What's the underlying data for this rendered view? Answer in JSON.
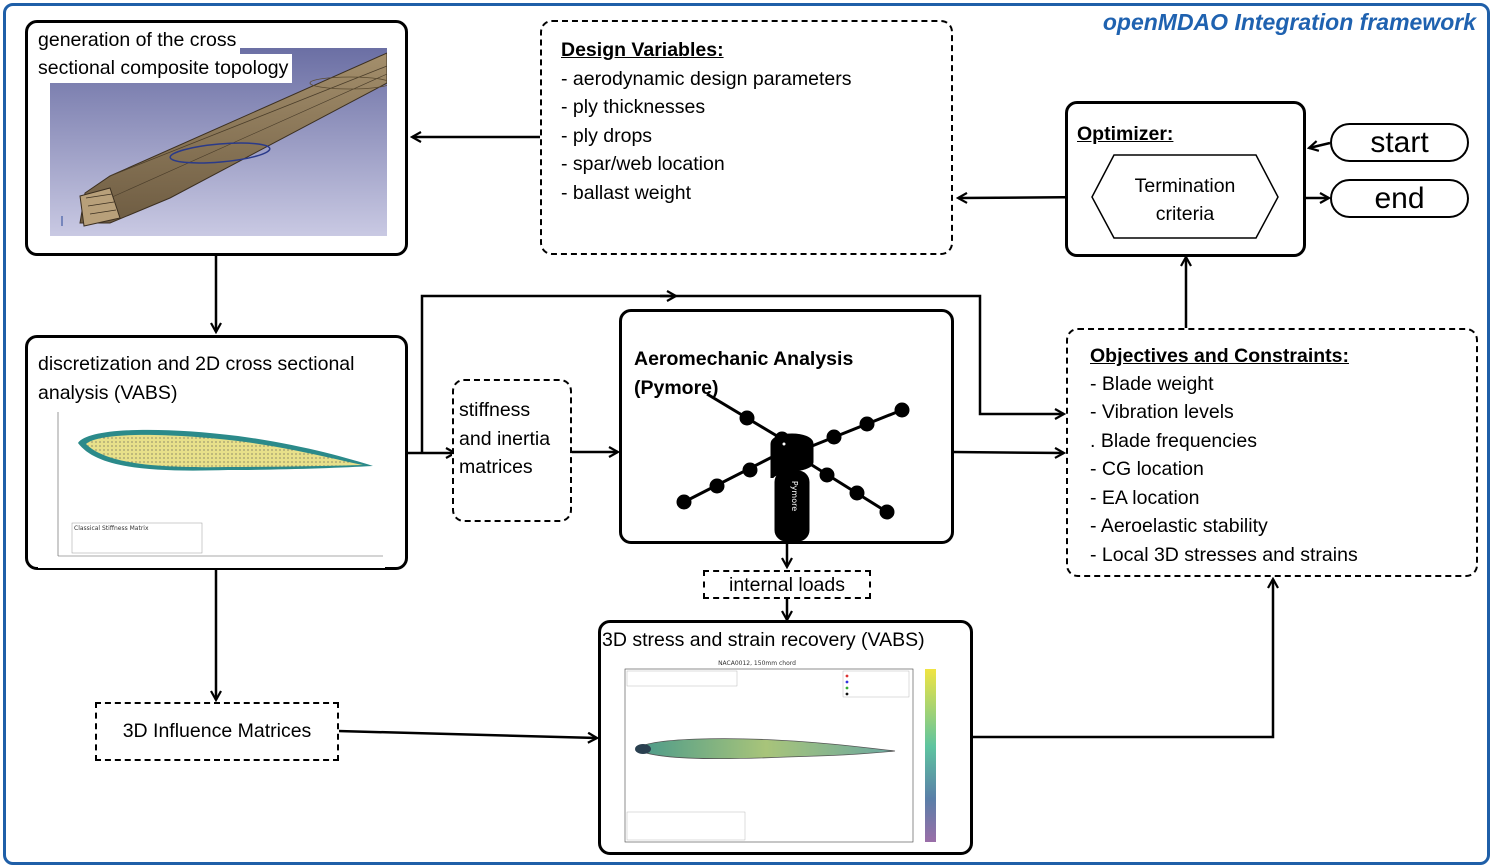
{
  "framework_title": "openMDAO Integration framework",
  "geometry": {
    "title_line1": "generation of  the cross",
    "title_line2": "sectional composite topology"
  },
  "design_variables": {
    "header": "Design Variables:",
    "items": [
      "- aerodynamic design parameters",
      "- ply thicknesses",
      "- ply drops",
      "- spar/web location",
      "- ballast weight"
    ]
  },
  "optimizer": {
    "header": "Optimizer:",
    "termination_line1": "Termination",
    "termination_line2": "criteria"
  },
  "start_label": "start",
  "end_label": "end",
  "discretization": {
    "line1": "discretization and 2D cross sectional",
    "line2": "analysis (VABS)"
  },
  "stiffness": {
    "line1": "stiffness",
    "line2": "and inertia",
    "line3": "matrices"
  },
  "aeromechanic": {
    "line1": "Aeromechanic Analysis",
    "line2": "(Pymore)",
    "logo_text": "Pymore"
  },
  "objectives": {
    "header": "Objectives and Constraints:",
    "items": [
      "- Blade weight",
      "- Vibration levels",
      ". Blade frequencies",
      "- CG location",
      "- EA location",
      "- Aeroelastic stability",
      "- Local 3D stresses and strains"
    ]
  },
  "internal_loads": "internal loads",
  "influence": "3D Influence Matrices",
  "recovery": {
    "title": "3D stress and strain recovery (VABS)",
    "plot_title": "NACA0012, 150mm chord"
  },
  "colors": {
    "frame": "#1f5fa8",
    "title": "#1f62b0"
  }
}
